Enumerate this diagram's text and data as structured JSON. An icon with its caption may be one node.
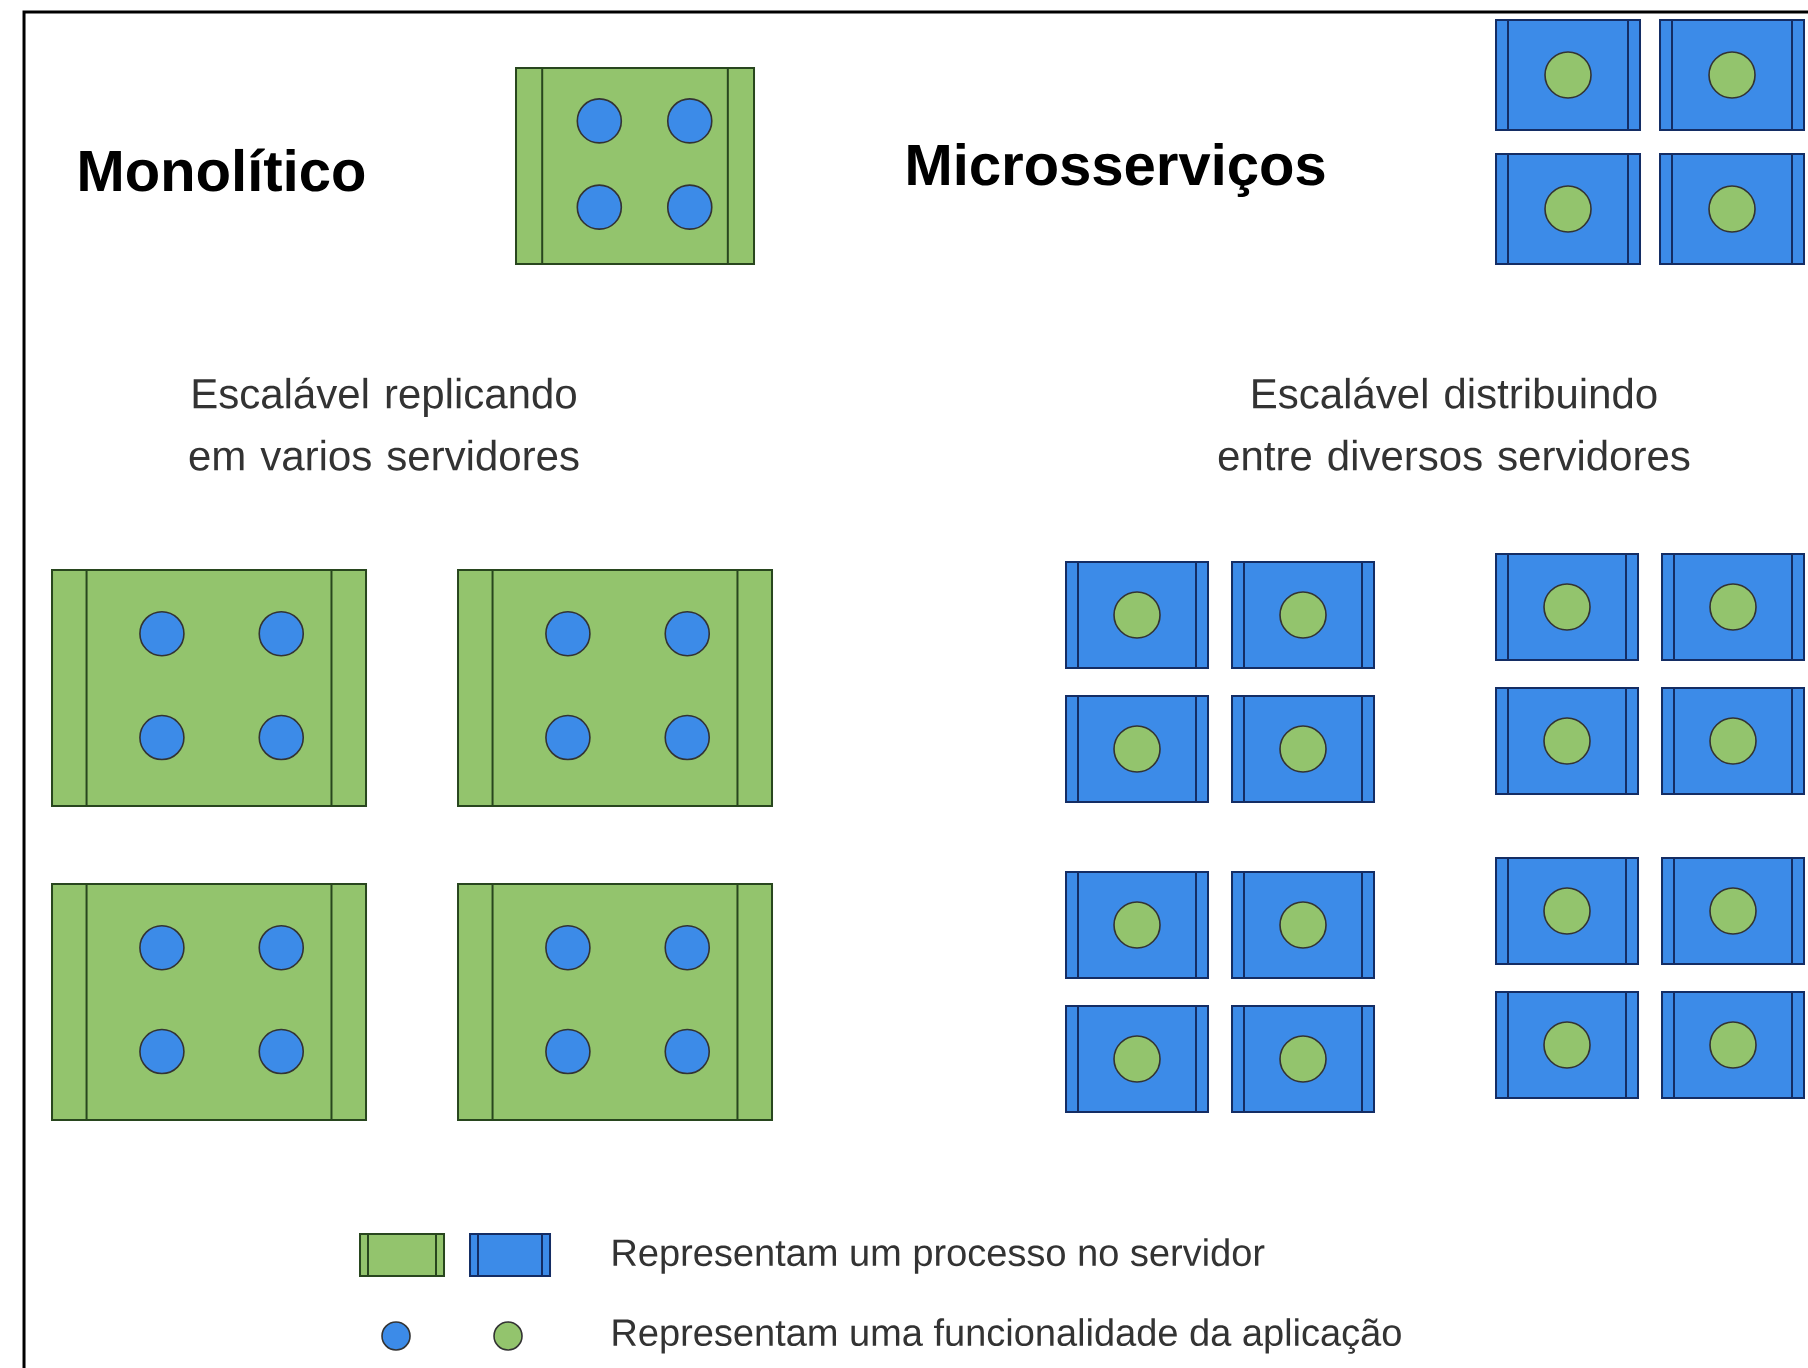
{
  "diagram": {
    "labels": [
      "Monolítico",
      "Microsserviços",
      "Escalável replicando em varios servidores",
      "Escalável distribuindo entre diversos servidores"
    ],
    "legend": [
      {
        "text": "Representam um processo no servidor"
      },
      {
        "text": "Representam uma funcionalidade da aplicação"
      }
    ]
  }
}
